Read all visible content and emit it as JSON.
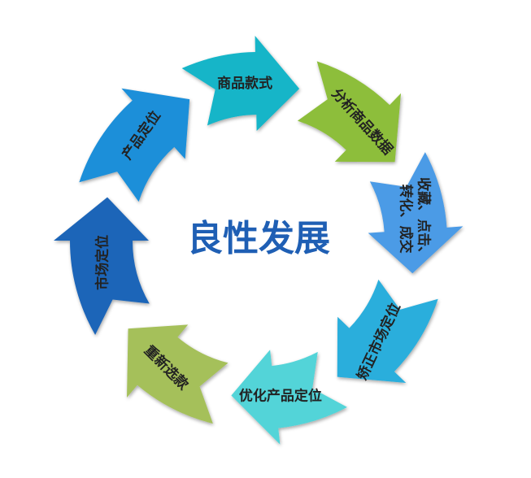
{
  "center": {
    "text": "良性发展"
  },
  "cycle": [
    {
      "id": "product-style",
      "label": "商品款式",
      "color": "#12b5c8"
    },
    {
      "id": "analyze-data",
      "label": "分析商品数据",
      "color": "#8dbe3b"
    },
    {
      "id": "collect-click",
      "label": [
        "收藏、点击、",
        "转化、成交"
      ],
      "color": "#4b9be6"
    },
    {
      "id": "correct-market",
      "label": "矫正市场定位",
      "color": "#2aaedc"
    },
    {
      "id": "optimize-position",
      "label": "优化产品定位",
      "color": "#52d4d8"
    },
    {
      "id": "reselect-style",
      "label": "重新选款",
      "color": "#a5c05a"
    },
    {
      "id": "market-position",
      "label": "市场定位",
      "color": "#1d65b8"
    },
    {
      "id": "product-position",
      "label": "产品定位",
      "color": "#1f8fd9"
    }
  ]
}
